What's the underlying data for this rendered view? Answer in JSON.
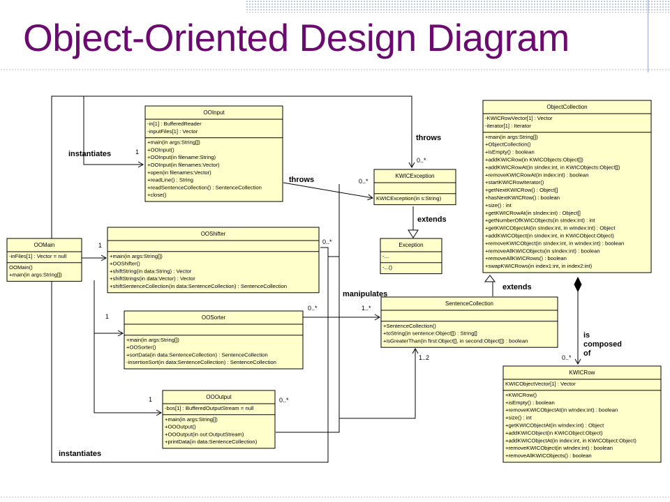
{
  "slide": {
    "title": "Object-Oriented Design Diagram"
  },
  "classes": {
    "ooinput": {
      "name": "OOInput",
      "attributes": [
        "-in[1] : BufferedReader",
        "-inputFiles[1] : Vector"
      ],
      "operations": [
        "+main(in args:String[])",
        "+OOInput()",
        "+OOInput(in filename:String)",
        "+OOInput(in filenames:Vector)",
        "+open(in filenames:Vector)",
        "+readLine() : String",
        "+readSentenceCollection() : SentenceCollection",
        "+close()"
      ]
    },
    "oomain": {
      "name": "OOMain",
      "attributes": [
        "-inFiles[1] : Vector = null"
      ],
      "operations": [
        "OOMain()",
        "+main(in args:String[])"
      ]
    },
    "ooshifter": {
      "name": "OOShifter",
      "attributes": [],
      "operations": [
        "+main(in args:String[])",
        "+OOShifter()",
        "+shiftString(in data:String) : Vector",
        "+shiftStrings(in data:Vector) : Vector",
        "+shiftSentenceCollection(in data:SentenceCollection) : SentenceCollection"
      ]
    },
    "oosorter": {
      "name": "OOSorter",
      "attributes": [],
      "operations": [
        "+main(in args:String[])",
        "+OOSorter()",
        "+sortData(in data:SentenceCollection) : SentenceCollection",
        "-insertionSort(in data:SentenceCollection) : SentenceCollection"
      ]
    },
    "oooutput": {
      "name": "OOOutput",
      "attributes": [
        "-bos[1] : BufferedOutputStream = null"
      ],
      "operations": [
        "+main(in args:String[])",
        "+OOOutput()",
        "+OOOutput(in out:OutputStream)",
        "+printData(in data:SentenceCollection)"
      ]
    },
    "kwicexception": {
      "name": "KWICException",
      "attributes": [],
      "operations": [
        "KWICException(in s:String)"
      ]
    },
    "exception": {
      "name": "Exception",
      "attributes": [
        "-..."
      ],
      "operations": [
        "-...()"
      ]
    },
    "sentencecollection": {
      "name": "SentenceCollection",
      "attributes": [],
      "operations": [
        "+SentenceCollection()",
        "+toString(in sentence:Object[]) : String[]",
        "+isGreaterThan(in first:Object[], in second:Object[]) : boolean"
      ]
    },
    "objectcollection": {
      "name": "ObjectCollection",
      "attributes": [
        "-KWICRowVector[1] : Vector",
        "-iterator[1] : Iterator"
      ],
      "operations": [
        "+main(in args:String[])",
        "+ObjectCollection()",
        "+isEmpty() : boolean",
        "+addKWICRow(in KWICObjects:Object[])",
        "+addKWICRowAt(in sIndex:int, in KWICObjects:Object[])",
        "+removeKWICRowAt(in index:int) : boolean",
        "+startKWICRowIterator()",
        "+getNextKWICRow() : Object[]",
        "+hasNextKWICRow() : boolean",
        "+size() : int",
        "+getKWICRowAt(in sIndex:int) : Object[]",
        "+getNumberOfKWICObjects(in sIndex:int) : int",
        "+getKWICObjectAt(in sIndex:int, in wIndex:int) : Object",
        "+addKWICObject(in sIndex:int, in KWICObject:Object)",
        "+removeKWICObject(in sIndex:int, in wIndex:int) : boolean",
        "+removeAllKWICObjects(in sIndex:int) : boolean",
        "+removeAllKWICRows() : boolean",
        "+swapKWICRows(in index1:int, in index2:int)"
      ]
    },
    "kwicrow": {
      "name": "KWICRow",
      "attributes": [
        "KWICObjectVector[1] : Vector"
      ],
      "operations": [
        "+KWICRow()",
        "+isEmpty() : boolean",
        "+removeKWICObjectAt(in wIndex:int) : boolean",
        "+size() : int",
        "+getKWICObjectAt(in wIndex:int) : Object",
        "+addKWICObject(in KWICObject:Object)",
        "+addKWICObjectAt(in index:int, in KWICObject:Object)",
        "+removeKWICObject(in wIndex:int) : boolean",
        "+removeAllKWICObjects() : boolean"
      ]
    }
  },
  "labels": {
    "instantiates_top": "instantiates",
    "instantiates_bottom": "instantiates",
    "throws_top": "throws",
    "throws_mid": "throws",
    "extends_exception": "extends",
    "extends_collection": "extends",
    "manipulates": "manipulates",
    "is_composed_of": [
      "is",
      "composed",
      "of"
    ]
  },
  "multiplicities": {
    "input_one": "1",
    "shifter_one": "1",
    "sorter_one": "1",
    "output_one": "1",
    "throws_exc_top": "0..*",
    "throws_exc_mid": "0..*",
    "shifter_many": "0..*",
    "sorter_many": "0..*",
    "output_many": "0..*",
    "sc_many": "1..*",
    "sc_bottom": "1..2",
    "kwicrow_many": "0..*"
  }
}
